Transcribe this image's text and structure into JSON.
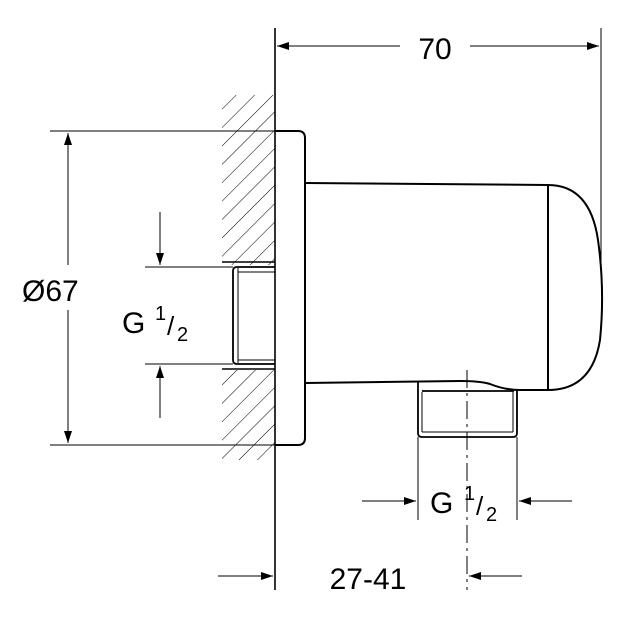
{
  "dimensions": {
    "overall_depth": "70",
    "flange_diameter": "Ø67",
    "inlet_thread": {
      "letter": "G",
      "num": "1",
      "den": "2"
    },
    "outlet_thread": {
      "letter": "G",
      "num": "1",
      "den": "2"
    },
    "wall_offset_range": "27-41"
  },
  "colors": {
    "line": "#000000",
    "background": "#ffffff"
  }
}
